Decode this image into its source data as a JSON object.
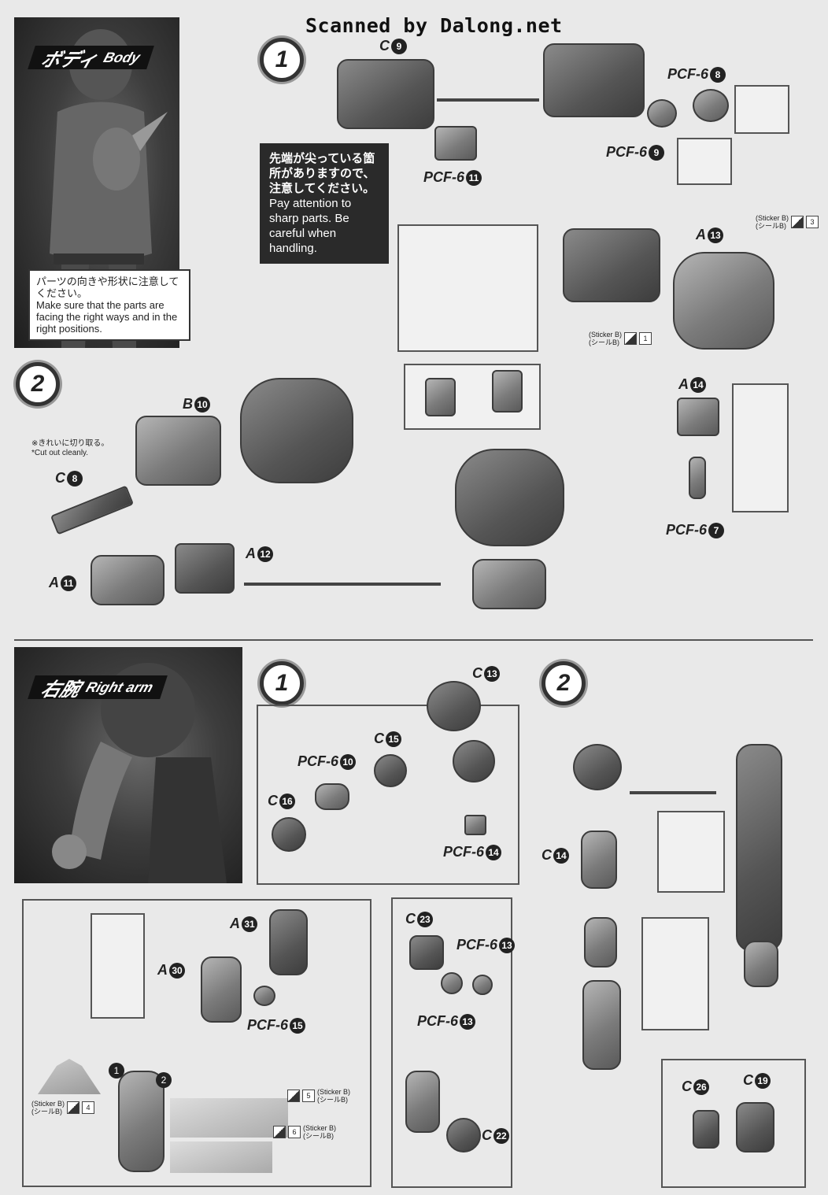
{
  "watermark": "Scanned by Dalong.net",
  "body_section": {
    "banner_jp": "ボディ",
    "banner_en": "Body",
    "note_jp": "パーツの向きや形状に注意してください。",
    "note_en": "Make sure that the parts are facing the right ways and in the right positions.",
    "step1": {
      "badge": "1",
      "warning_jp": "先端が尖っている箇所がありますので、注意してください。",
      "warning_en": "Pay attention to sharp parts. Be careful when handling.",
      "labels": {
        "c9": {
          "letter": "C",
          "num": "9"
        },
        "pcf6_11": {
          "letter": "PCF-6",
          "num": "11"
        },
        "pcf6_8": {
          "letter": "PCF-6",
          "num": "8"
        },
        "pcf6_9": {
          "letter": "PCF-6",
          "num": "9"
        },
        "a13": {
          "letter": "A",
          "num": "13"
        }
      },
      "sticker_b_3": {
        "label": "(Sticker B)",
        "label_jp": "(シールB)",
        "num": "3"
      },
      "sticker_b_1": {
        "label": "(Sticker B)",
        "label_jp": "(シールB)",
        "num": "1"
      }
    },
    "step2": {
      "badge": "2",
      "cut_note_jp": "※きれいに切り取る。",
      "cut_note_en": "*Cut out cleanly.",
      "labels": {
        "b10": {
          "letter": "B",
          "num": "10"
        },
        "c8": {
          "letter": "C",
          "num": "8"
        },
        "a11": {
          "letter": "A",
          "num": "11"
        },
        "a12": {
          "letter": "A",
          "num": "12"
        },
        "a14": {
          "letter": "A",
          "num": "14"
        },
        "pcf6_7": {
          "letter": "PCF-6",
          "num": "7"
        }
      }
    }
  },
  "arm_section": {
    "banner_jp": "右腕",
    "banner_en": "Right arm",
    "step1": {
      "badge": "1",
      "labels": {
        "c13": {
          "letter": "C",
          "num": "13"
        },
        "c15": {
          "letter": "C",
          "num": "15"
        },
        "pcf6_10": {
          "letter": "PCF-6",
          "num": "10"
        },
        "c16": {
          "letter": "C",
          "num": "16"
        },
        "pcf6_14": {
          "letter": "PCF-6",
          "num": "14"
        }
      }
    },
    "step2": {
      "badge": "2",
      "labels": {
        "c14": {
          "letter": "C",
          "num": "14"
        },
        "c26": {
          "letter": "C",
          "num": "26"
        },
        "c19": {
          "letter": "C",
          "num": "19"
        }
      }
    },
    "lower_left": {
      "labels": {
        "a31": {
          "letter": "A",
          "num": "31"
        },
        "a30": {
          "letter": "A",
          "num": "30"
        },
        "pcf6_15": {
          "letter": "PCF-6",
          "num": "15"
        }
      },
      "sticker_b_4": {
        "label": "(Sticker B)",
        "label_jp": "(シールB)",
        "num": "4"
      },
      "sticker_b_5": {
        "label": "(Sticker B)",
        "label_jp": "(シールB)",
        "num": "5"
      },
      "sticker_b_6": {
        "label": "(Sticker B)",
        "label_jp": "(シールB)",
        "num": "6"
      },
      "order_1": "1",
      "order_2": "2"
    },
    "lower_mid": {
      "labels": {
        "c23": {
          "letter": "C",
          "num": "23"
        },
        "pcf6_13a": {
          "letter": "PCF-6",
          "num": "13"
        },
        "pcf6_13b": {
          "letter": "PCF-6",
          "num": "13"
        },
        "c22": {
          "letter": "C",
          "num": "22"
        }
      }
    }
  }
}
